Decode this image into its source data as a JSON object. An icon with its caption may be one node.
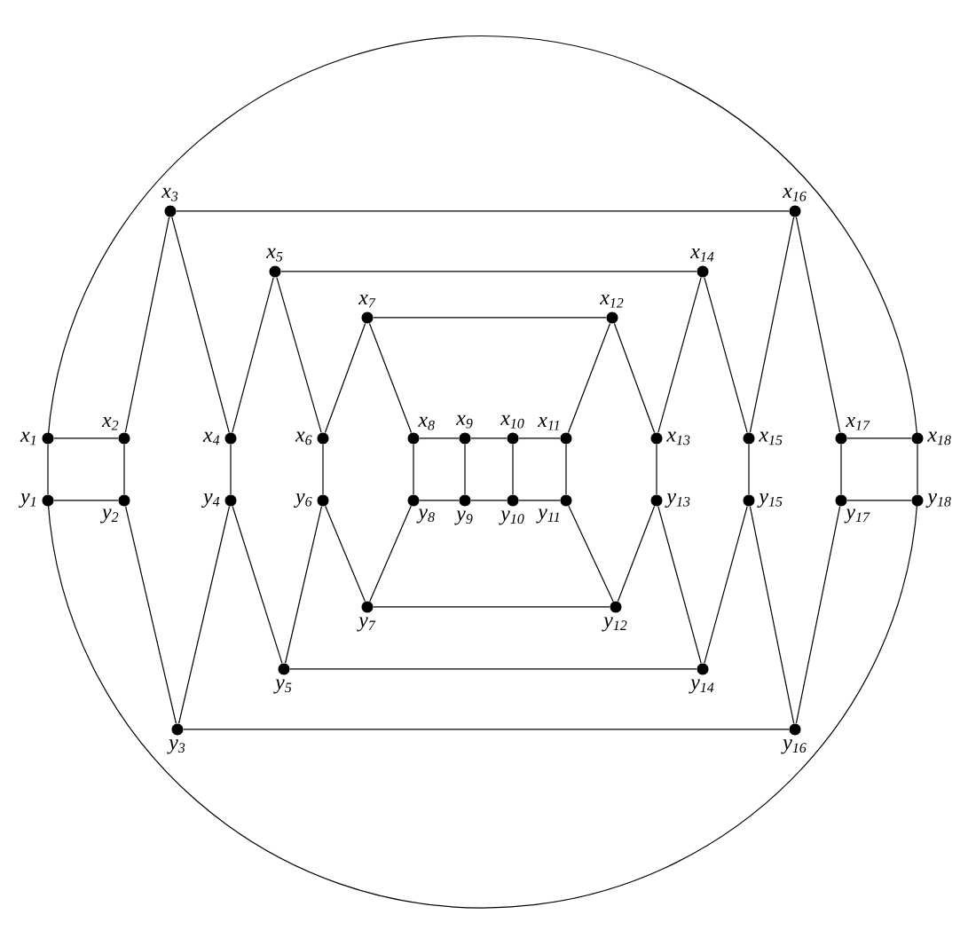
{
  "diagram": {
    "nodes": [
      {
        "text": [
          "x$_{1}$"
        ]
      },
      {
        "text": [
          "x$_{2}$"
        ]
      },
      {
        "text": [
          "x$_{3}$"
        ]
      },
      {
        "text": [
          "x$_{4}$"
        ]
      },
      {
        "text": [
          "x$_{5}$"
        ]
      },
      {
        "text": [
          "x$_{6}$"
        ]
      },
      {
        "text": [
          "x$_{7}$"
        ]
      },
      {
        "text": [
          "x$_{8}$"
        ]
      },
      {
        "text": [
          "x$_{9}$"
        ]
      },
      {
        "text": [
          "x$_{10}$"
        ]
      },
      {
        "text": [
          "x$_{11}$"
        ]
      },
      {
        "text": [
          "x$_{12}$"
        ]
      },
      {
        "text": [
          "x$_{13}$"
        ]
      },
      {
        "text": [
          "x$_{14}$"
        ]
      },
      {
        "text": [
          "x$_{15}$"
        ]
      },
      {
        "text": [
          "x$_{16}$"
        ]
      },
      {
        "text": [
          "x$_{17}$"
        ]
      },
      {
        "text": [
          "x$_{18}$"
        ]
      },
      {
        "text": [
          "y$_{1}$"
        ]
      },
      {
        "text": [
          "y$_{2}$"
        ]
      },
      {
        "text": [
          "y$_{3}$"
        ]
      },
      {
        "text": [
          "y$_{4}$"
        ]
      },
      {
        "text": [
          "y$_{5}$"
        ]
      },
      {
        "text": [
          "y$_{6}$"
        ]
      },
      {
        "text": [
          "y$_{7}$"
        ]
      },
      {
        "text": [
          "y$_{8}$"
        ]
      },
      {
        "text": [
          "y$_{9}$"
        ]
      },
      {
        "text": [
          "y$_{10}$"
        ]
      },
      {
        "text": [
          "y$_{11}$"
        ]
      },
      {
        "text": [
          "y$_{12}$"
        ]
      },
      {
        "text": [
          "y$_{13}$"
        ]
      },
      {
        "text": [
          "y$_{14}$"
        ]
      },
      {
        "text": [
          "y$_{15}$"
        ]
      },
      {
        "text": [
          "y$_{16}$"
        ]
      },
      {
        "text": [
          "y$_{17}$"
        ]
      },
      {
        "text": [
          "y$_{18}$"
        ]
      }
    ],
    "edges": [
      {
        "from": 0,
        "to": 1,
        "arrow": "none"
      },
      {
        "from": 1,
        "to": 2,
        "arrow": "none"
      },
      {
        "from": 2,
        "to": 3,
        "arrow": "none"
      },
      {
        "from": 3,
        "to": 4,
        "arrow": "none"
      },
      {
        "from": 4,
        "to": 5,
        "arrow": "none"
      },
      {
        "from": 5,
        "to": 6,
        "arrow": "none"
      },
      {
        "from": 6,
        "to": 7,
        "arrow": "none"
      },
      {
        "from": 7,
        "to": 8,
        "arrow": "none"
      },
      {
        "from": 8,
        "to": 9,
        "arrow": "none"
      },
      {
        "from": 9,
        "to": 10,
        "arrow": "none"
      },
      {
        "from": 10,
        "to": 11,
        "arrow": "none"
      },
      {
        "from": 11,
        "to": 12,
        "arrow": "none"
      },
      {
        "from": 12,
        "to": 13,
        "arrow": "none"
      },
      {
        "from": 13,
        "to": 14,
        "arrow": "none"
      },
      {
        "from": 14,
        "to": 15,
        "arrow": "none"
      },
      {
        "from": 15,
        "to": 16,
        "arrow": "none"
      },
      {
        "from": 16,
        "to": 17,
        "arrow": "none"
      },
      {
        "from": 18,
        "to": 19,
        "arrow": "none"
      },
      {
        "from": 19,
        "to": 20,
        "arrow": "none"
      },
      {
        "from": 20,
        "to": 21,
        "arrow": "none"
      },
      {
        "from": 21,
        "to": 22,
        "arrow": "none"
      },
      {
        "from": 22,
        "to": 23,
        "arrow": "none"
      },
      {
        "from": 23,
        "to": 24,
        "arrow": "none"
      },
      {
        "from": 24,
        "to": 25,
        "arrow": "none"
      },
      {
        "from": 25,
        "to": 26,
        "arrow": "none"
      },
      {
        "from": 26,
        "to": 27,
        "arrow": "none"
      },
      {
        "from": 27,
        "to": 28,
        "arrow": "none"
      },
      {
        "from": 28,
        "to": 29,
        "arrow": "none"
      },
      {
        "from": 29,
        "to": 30,
        "arrow": "none"
      },
      {
        "from": 30,
        "to": 31,
        "arrow": "none"
      },
      {
        "from": 31,
        "to": 32,
        "arrow": "none"
      },
      {
        "from": 32,
        "to": 33,
        "arrow": "none"
      },
      {
        "from": 33,
        "to": 34,
        "arrow": "none"
      },
      {
        "from": 34,
        "to": 35,
        "arrow": "none"
      },
      {
        "from": 0,
        "to": 18,
        "arrow": "none"
      },
      {
        "from": 1,
        "to": 19,
        "arrow": "none"
      },
      {
        "from": 3,
        "to": 21,
        "arrow": "none"
      },
      {
        "from": 5,
        "to": 23,
        "arrow": "none"
      },
      {
        "from": 7,
        "to": 25,
        "arrow": "none"
      },
      {
        "from": 8,
        "to": 26,
        "arrow": "none"
      },
      {
        "from": 9,
        "to": 27,
        "arrow": "none"
      },
      {
        "from": 10,
        "to": 28,
        "arrow": "none"
      },
      {
        "from": 12,
        "to": 30,
        "arrow": "none"
      },
      {
        "from": 14,
        "to": 32,
        "arrow": "none"
      },
      {
        "from": 16,
        "to": 34,
        "arrow": "none"
      },
      {
        "from": 17,
        "to": 35,
        "arrow": "none"
      },
      {
        "from": 2,
        "to": 15,
        "arrow": "none"
      },
      {
        "from": 4,
        "to": 13,
        "arrow": "none"
      },
      {
        "from": 6,
        "to": 11,
        "arrow": "none"
      },
      {
        "from": 20,
        "to": 33,
        "arrow": "none"
      },
      {
        "from": 22,
        "to": 31,
        "arrow": "none"
      },
      {
        "from": 24,
        "to": 29,
        "arrow": "none"
      },
      {
        "from": 0,
        "to": 17,
        "arrow": "none"
      },
      {
        "from": 18,
        "to": 35,
        "arrow": "none"
      }
    ]
  }
}
